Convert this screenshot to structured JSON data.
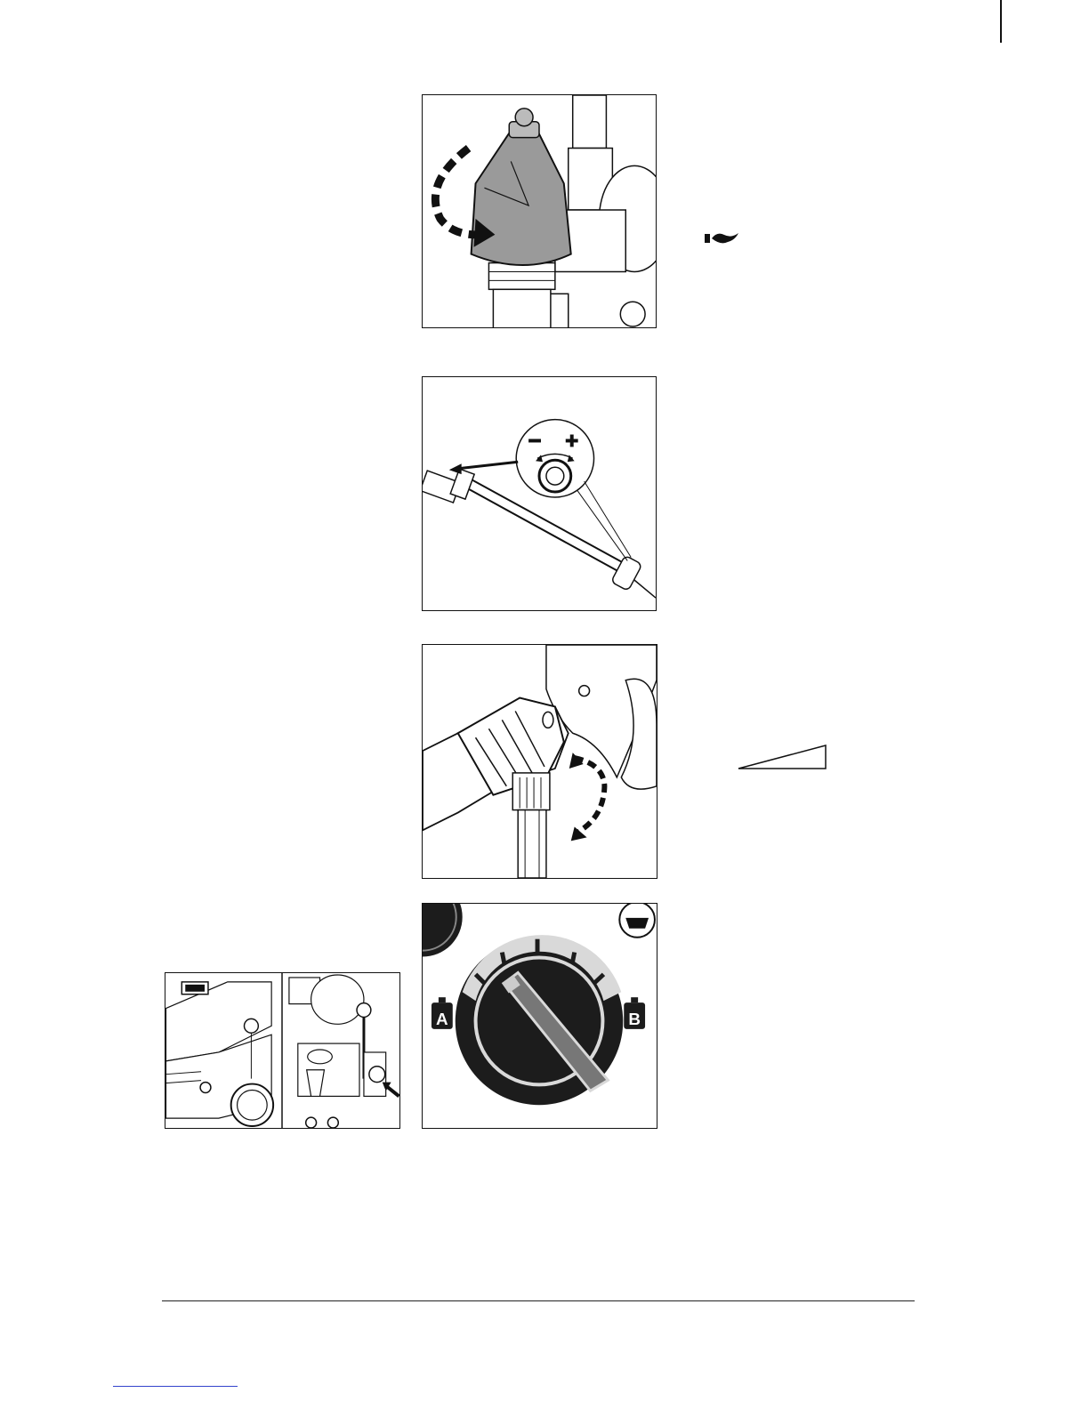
{
  "figures": [
    {
      "id": "pressure-valve-knob",
      "symbols": [
        "+",
        "−"
      ]
    },
    {
      "id": "spray-lance-pressure-adjust",
      "symbols": [
        "−",
        "+"
      ]
    },
    {
      "id": "nozzle-holder-rotation",
      "symbols": []
    },
    {
      "id": "detergent-selector-dial",
      "symbols": [
        "A",
        "B"
      ]
    },
    {
      "id": "machine-overview",
      "symbols": []
    }
  ],
  "icons": {
    "burner": "flame-icon",
    "ramp": "ramp-triangle-icon",
    "fuel_oil": "oil-can-icon"
  },
  "colors": {
    "ink": "#111111",
    "knob_grey": "#9a9a9a",
    "dial_dark": "#1c1c1c",
    "dial_light": "#d9d9d9",
    "link_blue": "#3344cc"
  }
}
